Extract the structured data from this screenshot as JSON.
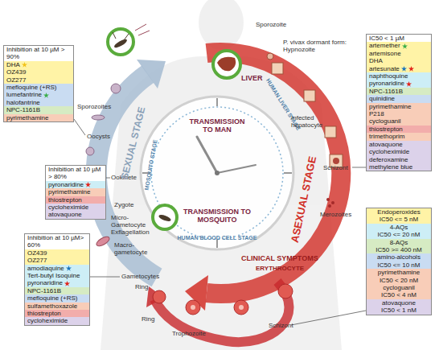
{
  "diagram": {
    "nodes": [
      {
        "text": [
          "Inhibition at 10 µM > 90%",
          "DHA",
          "OZ439",
          "OZ277",
          "mefloquine (+RS)",
          "lumefantrine",
          "halofantrine",
          "NPC-1161B",
          "pyrimethamine"
        ]
      },
      {
        "text": [
          "Inhibition at 10 µM > 80%",
          "pyronaridine",
          "pyrimethamine",
          "thiostrepton",
          "cycloheximide",
          "atovaquone"
        ]
      },
      {
        "text": [
          "Inhibition at 10 µM> 60%",
          "OZ439",
          "OZ277",
          "amodiaquine",
          "Tert-butyl Isoquine",
          "pyronaridine",
          "NPC-1161B",
          "mefloquine (+RS)",
          "sulfamethoxazole",
          "thiostrepton",
          "cycloheximide"
        ]
      },
      {
        "text": [
          "IC50 < 1 µM",
          "artemether",
          "artemisone",
          "DHA",
          "artesunate",
          "naphthoquine",
          "pyronaridine",
          "NPC-1161B",
          "quinidine",
          "pyrimethamine",
          "P218",
          "cycloguanil",
          "thiostrepton",
          "trimethoprim",
          "atovaquone",
          "cycloheximide",
          "deferoxamine",
          "methylene blue"
        ]
      },
      {
        "text": [
          "Endoperoxides",
          "IC50 <= 5 nM",
          "4-AQs",
          "IC50 <= 20 nM",
          "8-AQs",
          "IC50 >= 400 nM",
          "amino-alcohols",
          "IC50 <= 10 nM",
          "pyrimethamine",
          "IC50 < 20 nM",
          "cycloguanil",
          "IC50 < 4 nM",
          "atovaquone",
          "IC50 < 1 nM"
        ]
      }
    ],
    "labels": [
      "Sporozoites",
      "Oocysts",
      "Ookinete",
      "Zygote",
      "Micro-Gametocyte Exflagellation",
      "Macro-gametocyte",
      "Gametocytes",
      "SEXUAL STAGE",
      "MOSQUITO STAGE",
      "TRANSMISSION TO MAN",
      "TRANSMISSION TO MOSQUITO",
      "Sporozoite",
      "LIVER",
      "P. vivax dormant form: Hypnozoite",
      "HUMAN LIVER STAGE",
      "Infected hepatocyte",
      "Schizont",
      "ASEXUAL STAGE",
      "Merozoites",
      "HUMAN BLOOD CELL STAGE",
      "CLINICAL SYMPTOMS",
      "ERYTHROCYTE",
      "Ring",
      "Ring",
      "Trophozoite",
      "Schizont"
    ]
  }
}
